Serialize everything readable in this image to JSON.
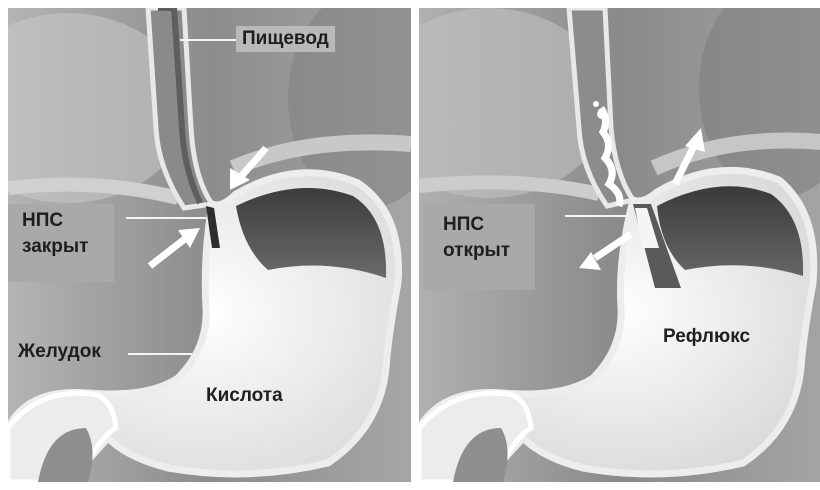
{
  "left_panel": {
    "esophagus_label": "Пищевод",
    "les_label_line1": "НПС",
    "les_label_line2": "закрыт",
    "stomach_label": "Желудок",
    "content_label": "Кислота"
  },
  "right_panel": {
    "les_label_line1": "НПС",
    "les_label_line2": "открыт",
    "content_label": "Рефлюкс"
  },
  "colors": {
    "background": "#9a9a9a",
    "stomach_fill": "#f2f2f2",
    "label_box": "#b9b9b9",
    "arrow": "#ffffff"
  }
}
